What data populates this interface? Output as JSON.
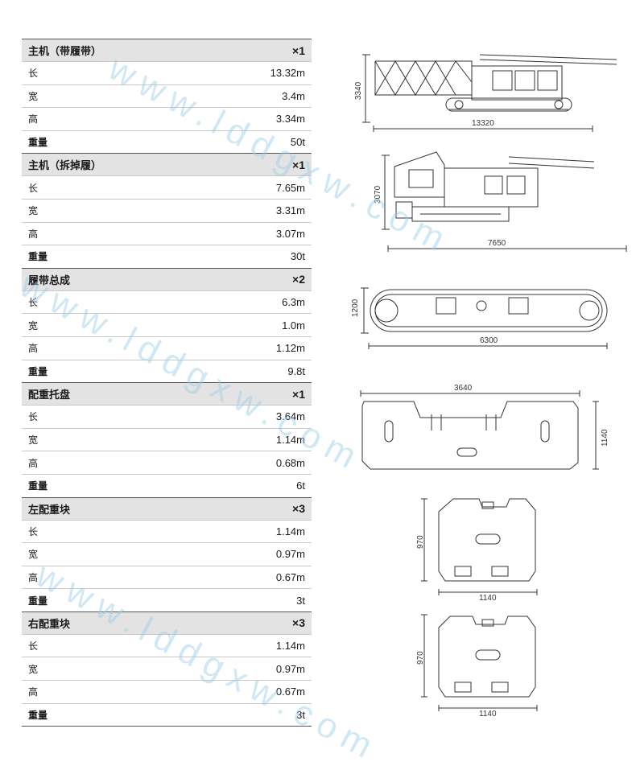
{
  "groups": [
    {
      "title": "主机（带履带）",
      "qty": "×1",
      "rows": [
        [
          "长",
          "13.32m"
        ],
        [
          "宽",
          "3.4m"
        ],
        [
          "高",
          "3.34m"
        ],
        [
          "重量",
          "50t"
        ]
      ]
    },
    {
      "title": "主机（拆掉履）",
      "qty": "×1",
      "rows": [
        [
          "长",
          "7.65m"
        ],
        [
          "宽",
          "3.31m"
        ],
        [
          "高",
          "3.07m"
        ],
        [
          "重量",
          "30t"
        ]
      ]
    },
    {
      "title": "履带总成",
      "qty": "×2",
      "rows": [
        [
          "长",
          "6.3m"
        ],
        [
          "宽",
          "1.0m"
        ],
        [
          "高",
          "1.12m"
        ],
        [
          "重量",
          "9.8t"
        ]
      ]
    },
    {
      "title": "配重托盘",
      "qty": "×1",
      "rows": [
        [
          "长",
          "3.64m"
        ],
        [
          "宽",
          "1.14m"
        ],
        [
          "高",
          "0.68m"
        ],
        [
          "重量",
          "6t"
        ]
      ]
    },
    {
      "title": "左配重块",
      "qty": "×3",
      "rows": [
        [
          "长",
          "1.14m"
        ],
        [
          "宽",
          "0.97m"
        ],
        [
          "高",
          "0.67m"
        ],
        [
          "重量",
          "3t"
        ]
      ]
    },
    {
      "title": "右配重块",
      "qty": "×3",
      "rows": [
        [
          "长",
          "1.14m"
        ],
        [
          "宽",
          "0.97m"
        ],
        [
          "高",
          "0.67m"
        ],
        [
          "重量",
          "3t"
        ]
      ]
    }
  ],
  "drawings": {
    "crane_with_tracks": {
      "height": "3340",
      "length": "13320"
    },
    "crane_without_tracks": {
      "height": "3070",
      "length": "7650"
    },
    "track_assembly": {
      "height": "1200",
      "length": "6300"
    },
    "counterweight_tray": {
      "width": "3640",
      "height": "1140"
    },
    "left_counterweight": {
      "height": "970",
      "width": "1140"
    },
    "right_counterweight": {
      "height": "970",
      "width": "1140"
    }
  },
  "watermark": "www.lddgxw.com"
}
